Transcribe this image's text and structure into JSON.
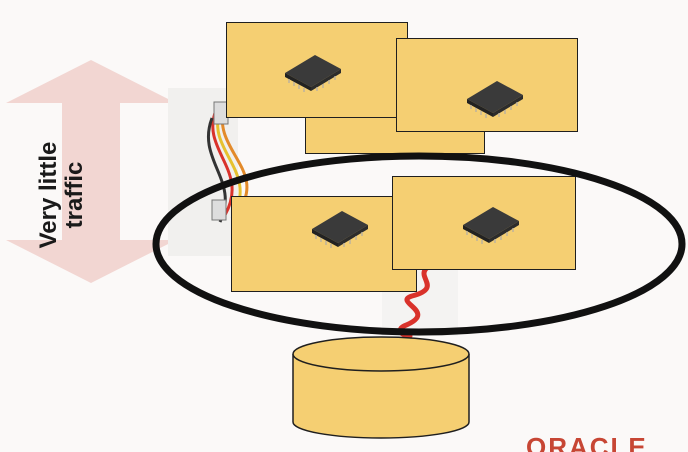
{
  "diagram": {
    "traffic_label_line1": "Very little",
    "traffic_label_line2": "traffic",
    "logo_text": "ORACLE",
    "colors": {
      "background": "#fbf9f8",
      "server_fill": "#f5cf72",
      "outline": "#1f1f1f",
      "arrow_fill": "#f2d6d2",
      "cable_red": "#d9322b",
      "logo_red": "#c74634"
    },
    "icons": [
      "double-arrow-icon",
      "cpu-chip-icon",
      "cable-icon",
      "database-icon"
    ]
  }
}
